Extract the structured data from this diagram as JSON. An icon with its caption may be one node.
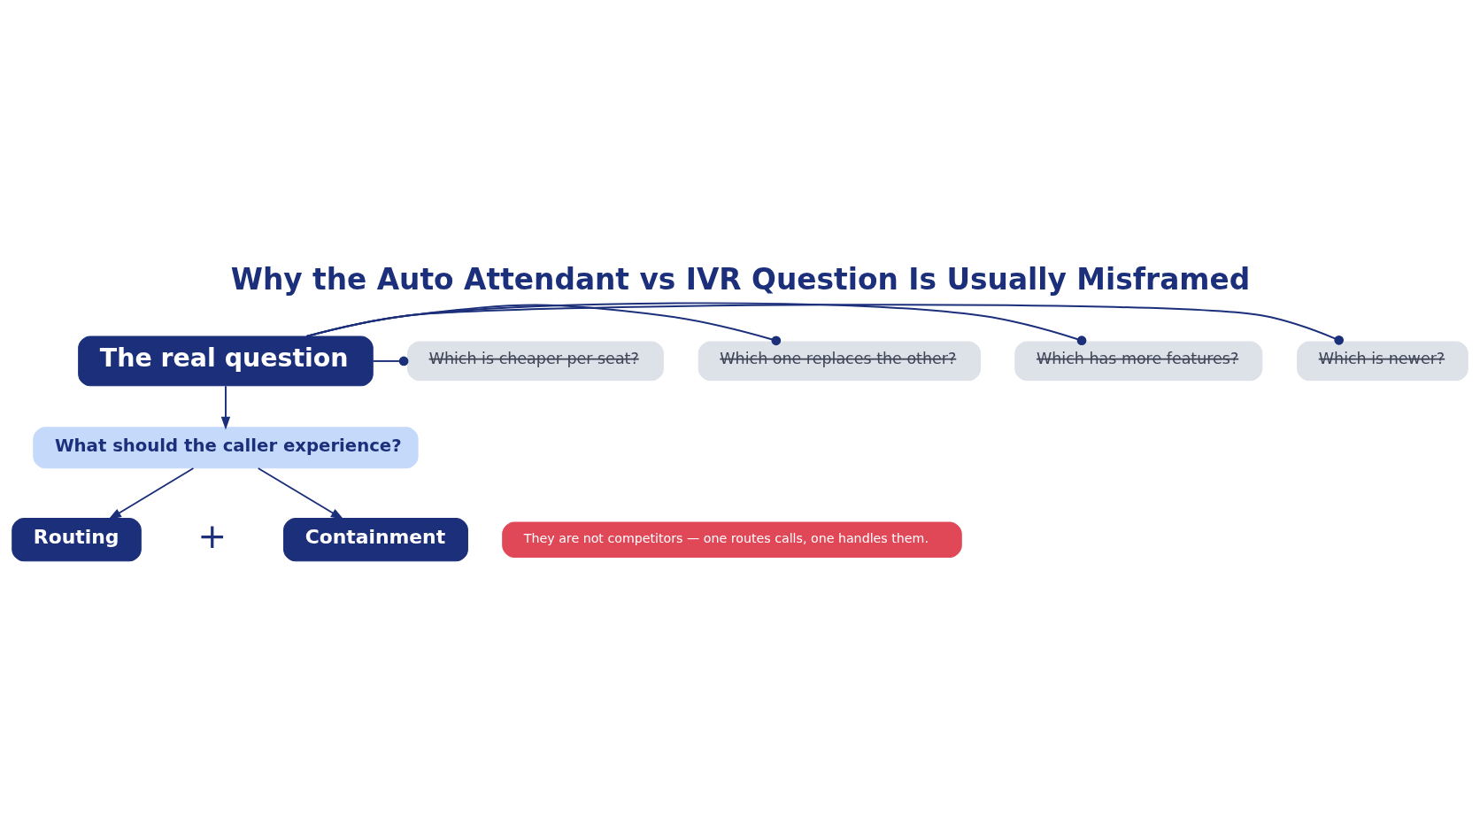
{
  "diagram": {
    "title": "Why the Auto Attendant vs IVR Question Is Usually Misframed",
    "nodes": [
      {
        "text": [
          "Which has more features?"
        ]
      },
      {
        "text": [
          "Which is newer?"
        ]
      },
      {
        "text": [
          "The real question"
        ]
      },
      {
        "text": [
          "Which is cheaper per seat?"
        ]
      },
      {
        "text": [
          "Which one replaces the other?"
        ]
      },
      {
        "text": [
          "What should the caller experience?"
        ]
      },
      {
        "text": [
          "Routing"
        ]
      },
      {
        "text": [
          "Containment"
        ]
      },
      {
        "text": [
          "They are not competitors — one routes calls, one handles them."
        ]
      }
    ],
    "edges": [
      {
        "from": 2,
        "to": 0,
        "arrow": "other"
      },
      {
        "from": 2,
        "to": 1,
        "arrow": "other"
      },
      {
        "from": 2,
        "to": 3,
        "arrow": "other"
      },
      {
        "from": 2,
        "to": 4,
        "arrow": "other"
      },
      {
        "from": 2,
        "to": 5,
        "arrow": "to"
      },
      {
        "from": 5,
        "to": 6,
        "arrow": "to"
      },
      {
        "from": 5,
        "to": 7,
        "arrow": "to"
      }
    ],
    "labels": [
      "+"
    ]
  }
}
